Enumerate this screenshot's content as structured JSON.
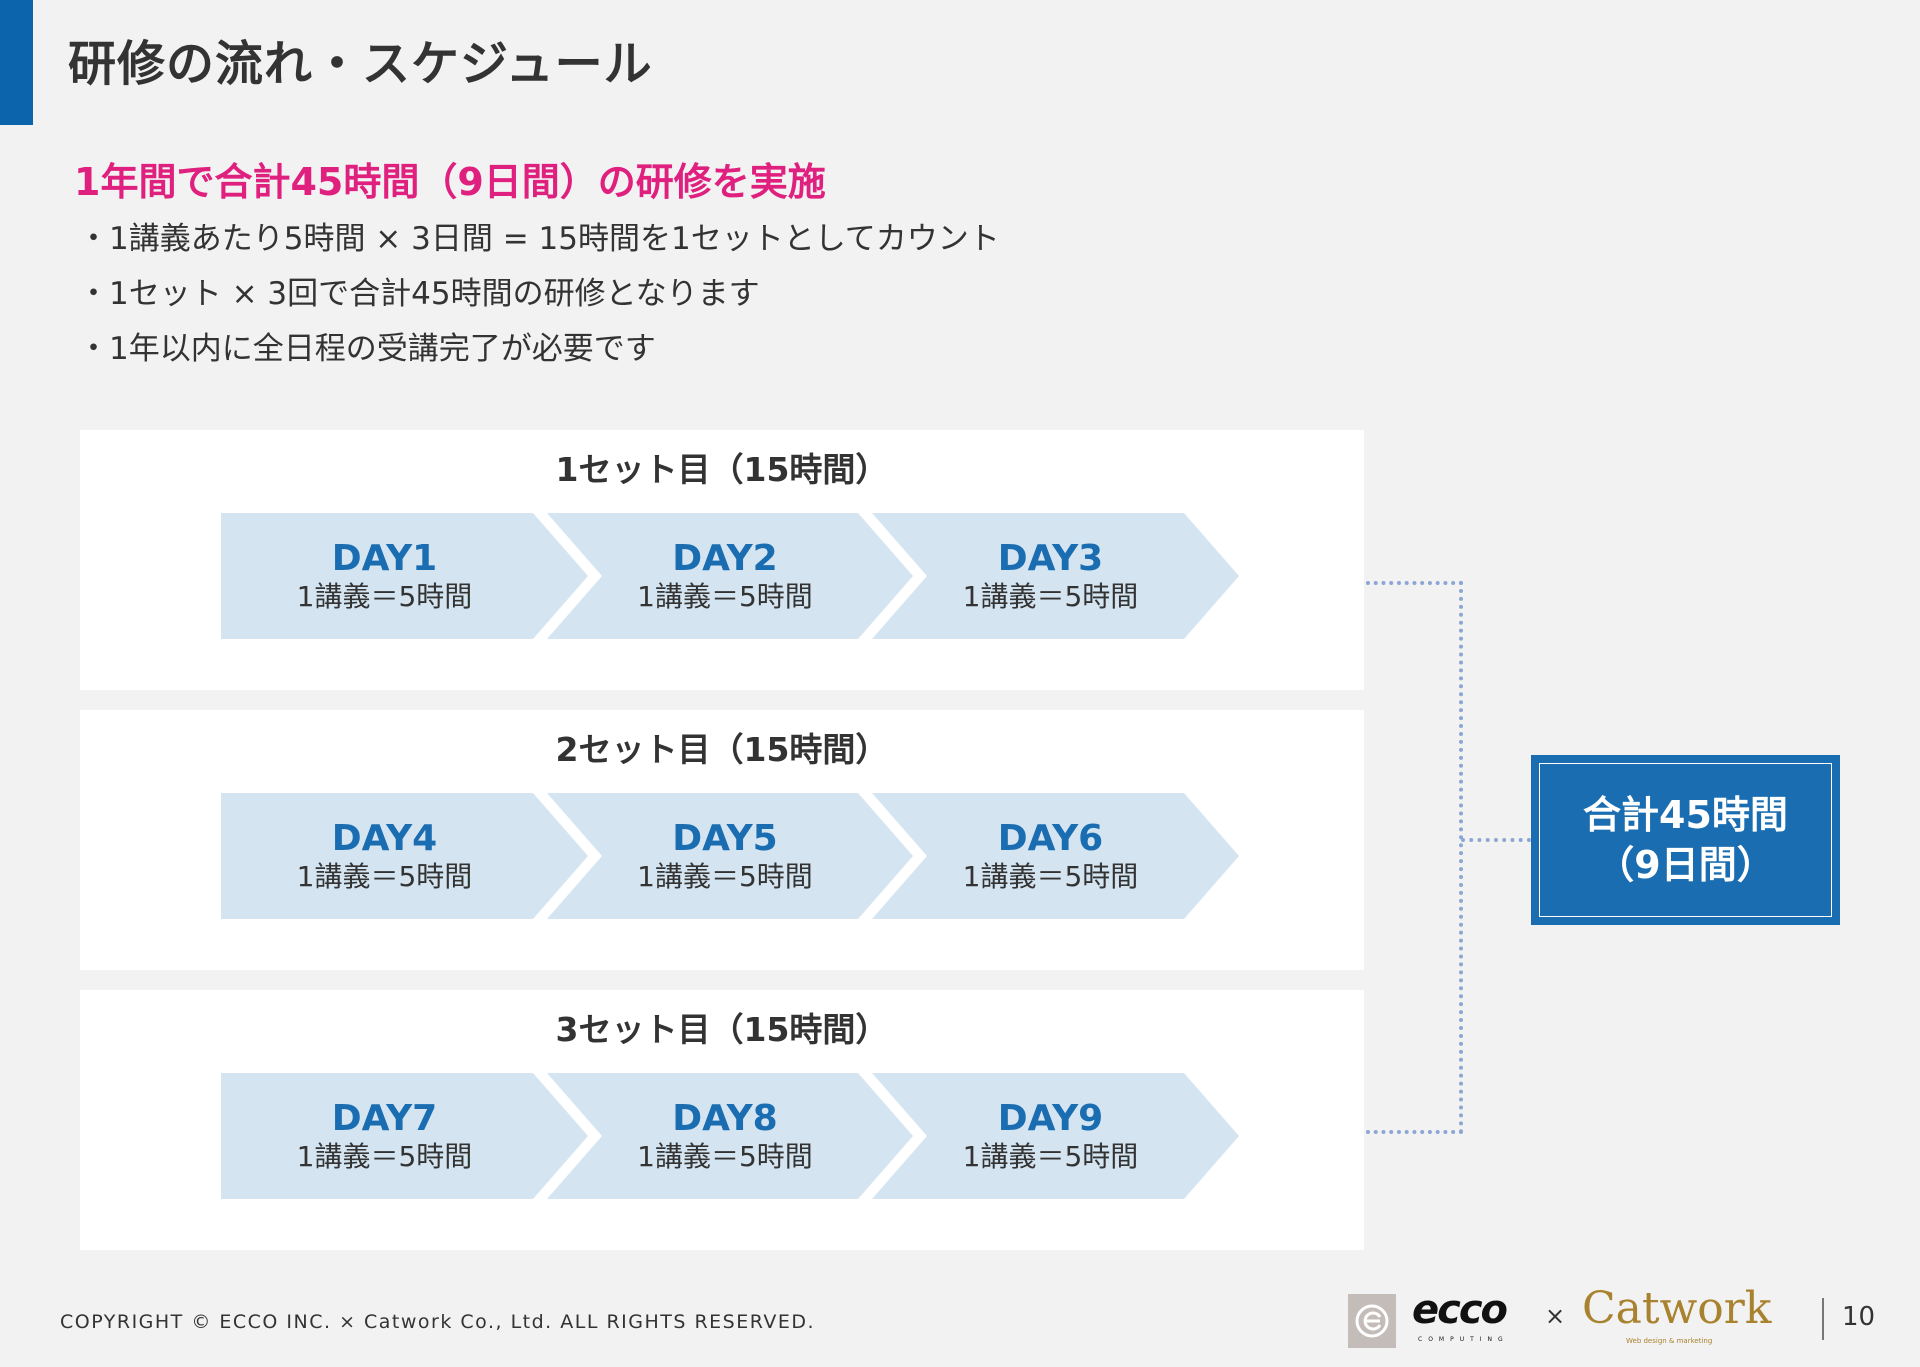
{
  "header": {
    "title": "研修の流れ・スケジュール"
  },
  "intro": {
    "headline": "1年間で合計45時間（9日間）の研修を実施",
    "bullets": [
      "・1講義あたり5時間 × 3日間 = 15時間を1セットとしてカウント",
      "・1セット × 3回で合計45時間の研修となります",
      "・1年以内に全日程の受講完了が必要です"
    ]
  },
  "sets": [
    {
      "title": "1セット目（15時間）",
      "days": [
        {
          "label": "DAY1",
          "hours": "1講義＝5時間"
        },
        {
          "label": "DAY2",
          "hours": "1講義＝5時間"
        },
        {
          "label": "DAY3",
          "hours": "1講義＝5時間"
        }
      ]
    },
    {
      "title": "2セット目（15時間）",
      "days": [
        {
          "label": "DAY4",
          "hours": "1講義＝5時間"
        },
        {
          "label": "DAY5",
          "hours": "1講義＝5時間"
        },
        {
          "label": "DAY6",
          "hours": "1講義＝5時間"
        }
      ]
    },
    {
      "title": "3セット目（15時間）",
      "days": [
        {
          "label": "DAY7",
          "hours": "1講義＝5時間"
        },
        {
          "label": "DAY8",
          "hours": "1講義＝5時間"
        },
        {
          "label": "DAY9",
          "hours": "1講義＝5時間"
        }
      ]
    }
  ],
  "total": {
    "line1": "合計45時間",
    "line2": "（9日間）"
  },
  "footer": {
    "copyright": "COPYRIGHT © ECCO INC. × Catwork Co., Ltd. ALL RIGHTS RESERVED.",
    "logo_ecco": "ecco",
    "logo_ecco_sub": "COMPUTING",
    "times": "×",
    "logo_catwork": "Catwork",
    "logo_catwork_sub": "Web design & marketing",
    "page": "10"
  },
  "colors": {
    "accent": "#0c64ad",
    "pink": "#e0207f",
    "chevron": "#d4e4f1",
    "day_text": "#1a6db0"
  }
}
